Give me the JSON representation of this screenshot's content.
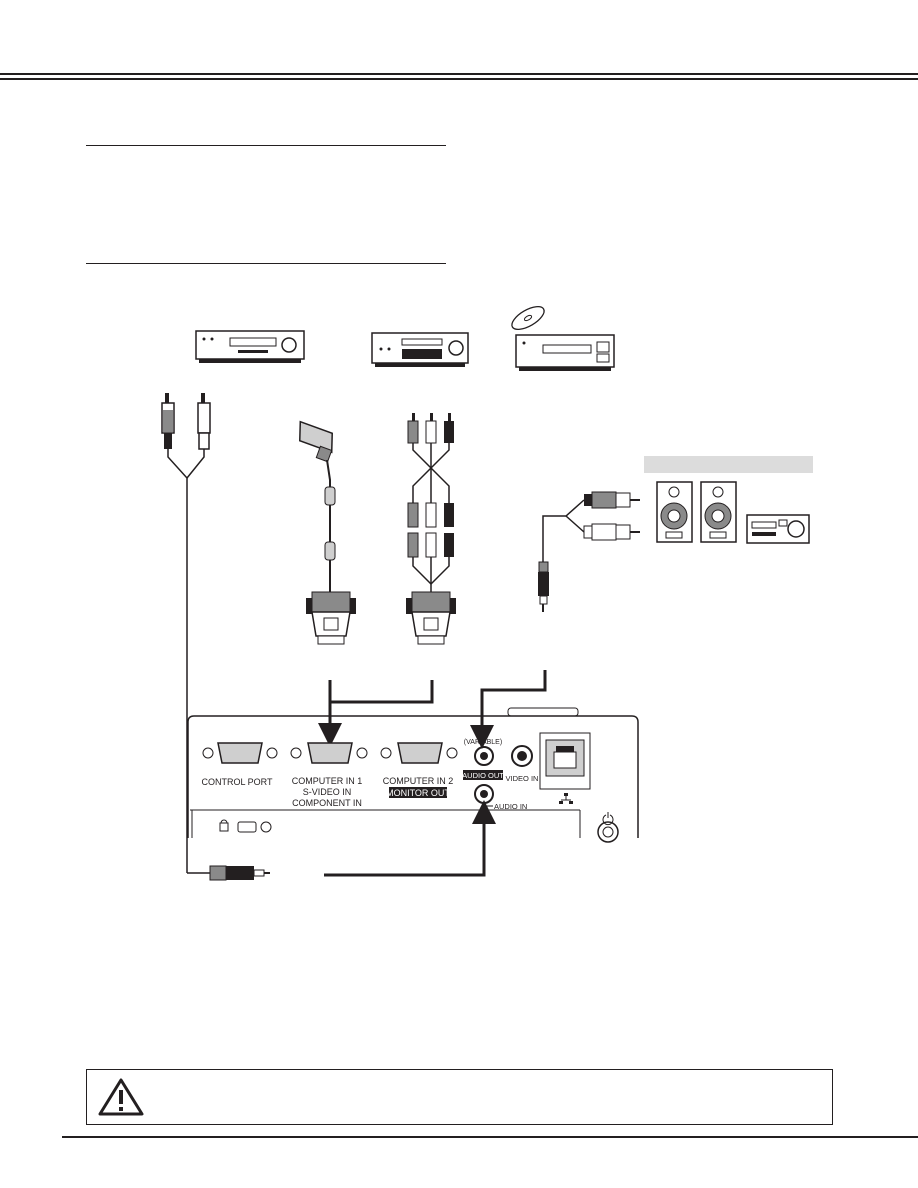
{
  "page": {
    "colors": {
      "ink": "#231f20",
      "panel_gray": "#dcdcdc",
      "cable_gray": "#8a8a8a",
      "port_gray": "#cfcfcf"
    }
  },
  "panel": {
    "control_port_label": "CONTROL PORT",
    "computer_in_1_lines": [
      "COMPUTER IN 1",
      "S-VIDEO IN",
      "COMPONENT IN"
    ],
    "computer_in_2_label": "COMPUTER IN 2",
    "monitor_out_label": "MONITOR OUT",
    "variable_label": "(VARIABLE)",
    "audio_out_label": "AUDIO OUT",
    "video_in_label": "VIDEO IN",
    "audio_in_label": "AUDIO IN"
  },
  "icons": {
    "warning": "warning-triangle-icon",
    "network": "network-icon",
    "lock": "kensington-lock-icon",
    "power": "power-icon"
  }
}
